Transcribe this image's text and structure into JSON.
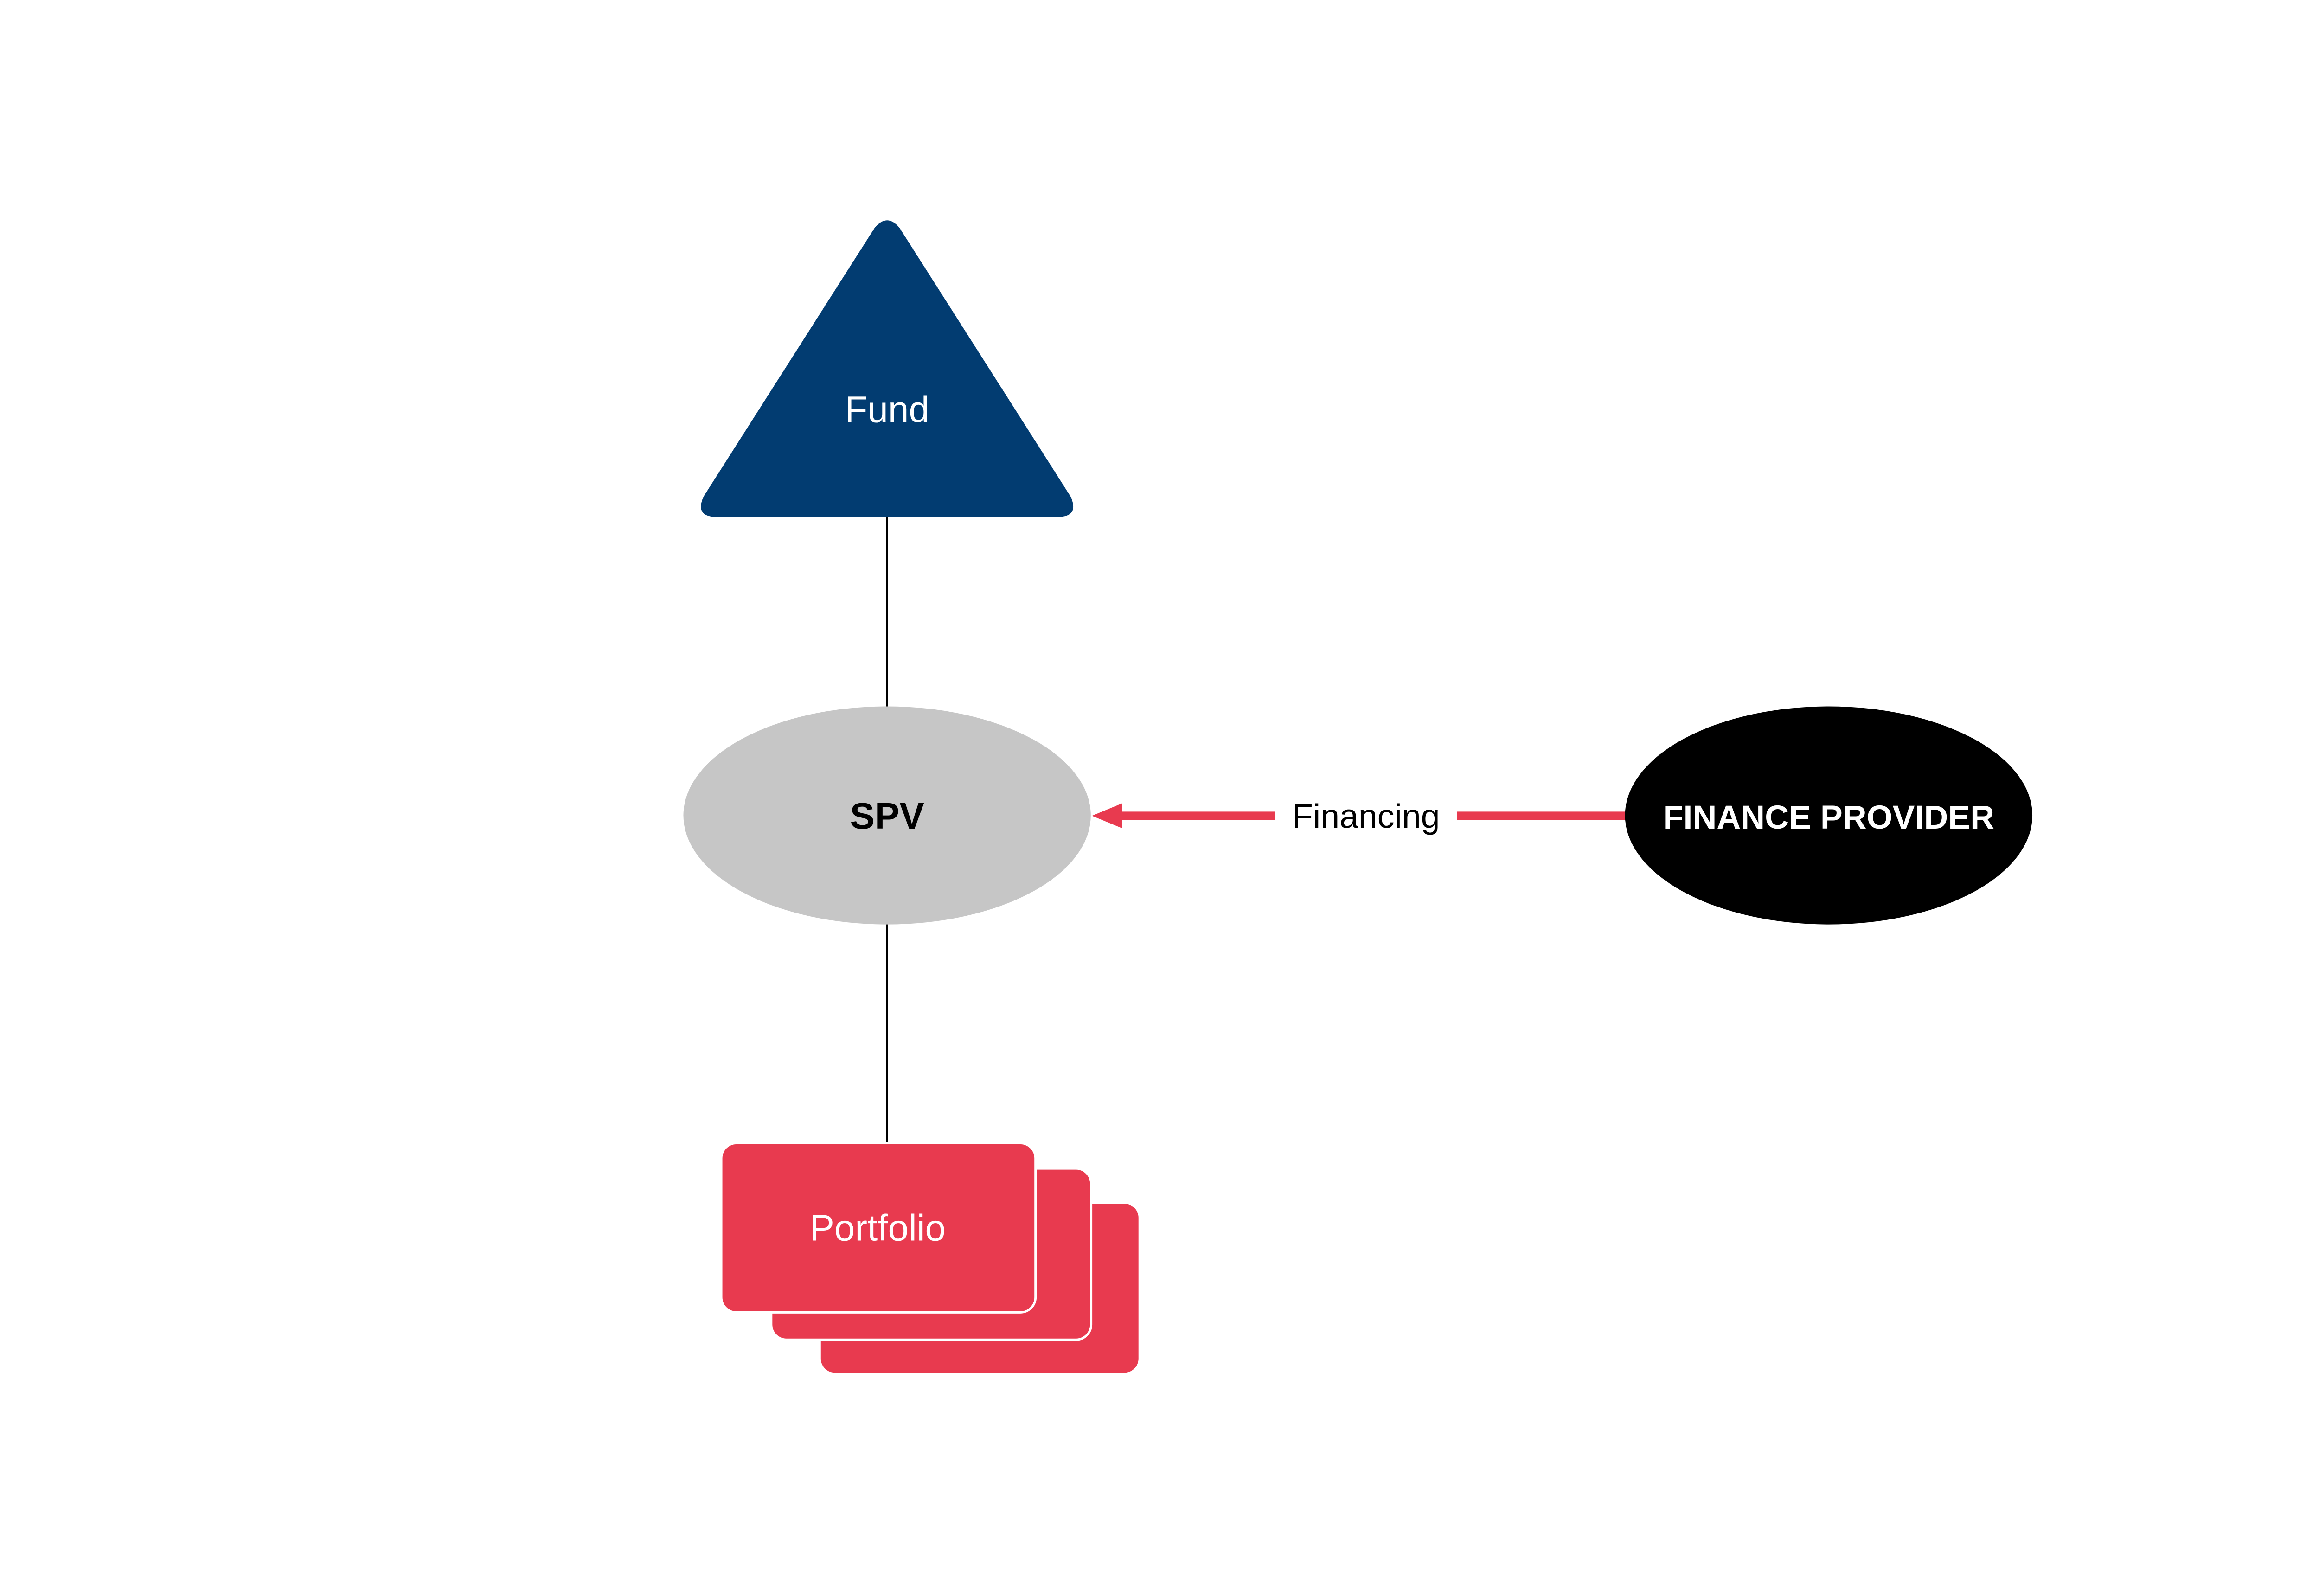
{
  "diagram": {
    "nodes": {
      "fund": {
        "label": "Fund",
        "shape": "triangle",
        "color": "#023C71",
        "text_color": "#FFFFFF"
      },
      "spv": {
        "label": "SPV",
        "shape": "ellipse",
        "color": "#C6C6C6",
        "text_color": "#000000"
      },
      "finance_provider": {
        "label": "FINANCE PROVIDER",
        "shape": "ellipse",
        "color": "#000000",
        "text_color": "#FFFFFF"
      },
      "portfolio": {
        "label": "Portfolio",
        "shape": "stacked-rectangles",
        "stack_count": 3,
        "color": "#E83A4F",
        "text_color": "#FFFFFF"
      }
    },
    "edges": [
      {
        "from": "fund",
        "to": "spv",
        "type": "line",
        "color": "#000000"
      },
      {
        "from": "spv",
        "to": "portfolio",
        "type": "line",
        "color": "#000000"
      },
      {
        "from": "finance_provider",
        "to": "spv",
        "type": "arrow",
        "label": "Financing",
        "color": "#E83A4F"
      }
    ]
  }
}
